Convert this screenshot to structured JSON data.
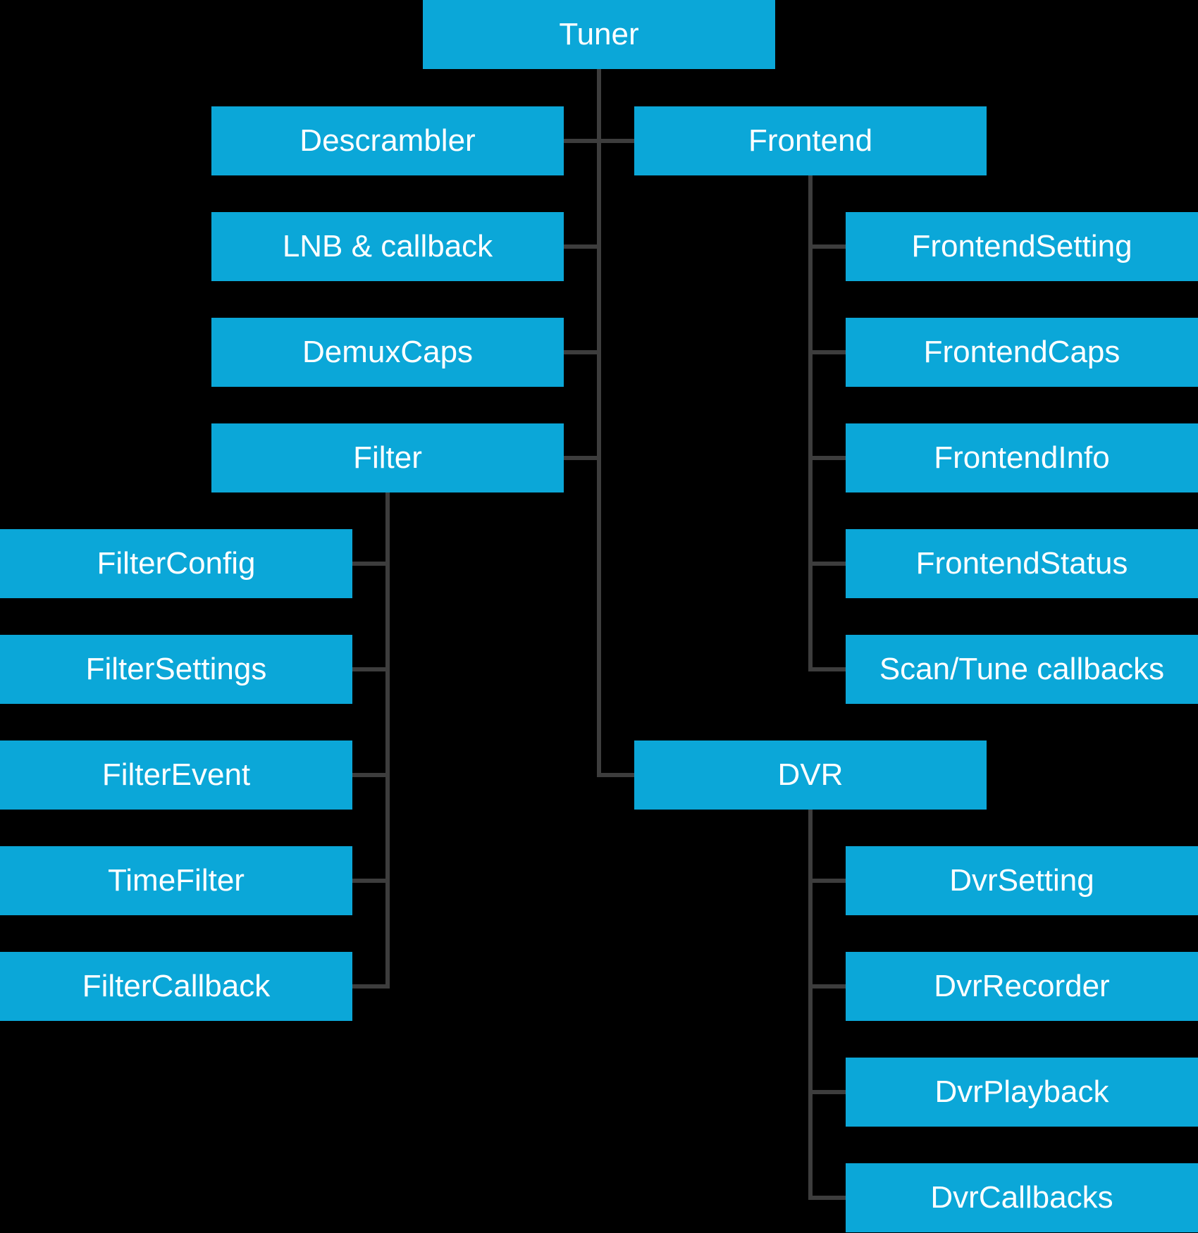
{
  "colors": {
    "background": "#000000",
    "box_fill": "#0ba7d8",
    "connector": "#3d3d3d",
    "label_text": "#ffffff"
  },
  "nodes": {
    "tuner": {
      "label": "Tuner"
    },
    "descrambler": {
      "label": "Descrambler"
    },
    "lnb_callback": {
      "label": "LNB & callback"
    },
    "demux_caps": {
      "label": "DemuxCaps"
    },
    "filter": {
      "label": "Filter"
    },
    "filter_config": {
      "label": "FilterConfig"
    },
    "filter_settings": {
      "label": "FilterSettings"
    },
    "filter_event": {
      "label": "FilterEvent"
    },
    "time_filter": {
      "label": "TimeFilter"
    },
    "filter_callback": {
      "label": "FilterCallback"
    },
    "frontend": {
      "label": "Frontend"
    },
    "frontend_setting": {
      "label": "FrontendSetting"
    },
    "frontend_caps": {
      "label": "FrontendCaps"
    },
    "frontend_info": {
      "label": "FrontendInfo"
    },
    "frontend_status": {
      "label": "FrontendStatus"
    },
    "scan_tune_callbacks": {
      "label": "Scan/Tune callbacks"
    },
    "dvr": {
      "label": "DVR"
    },
    "dvr_setting": {
      "label": "DvrSetting"
    },
    "dvr_recorder": {
      "label": "DvrRecorder"
    },
    "dvr_playback": {
      "label": "DvrPlayback"
    },
    "dvr_callbacks": {
      "label": "DvrCallbacks"
    }
  },
  "hierarchy": {
    "root": "Tuner",
    "children": {
      "Tuner": [
        "Descrambler",
        "LNB & callback",
        "DemuxCaps",
        "Filter",
        "Frontend",
        "DVR"
      ],
      "Filter": [
        "FilterConfig",
        "FilterSettings",
        "FilterEvent",
        "TimeFilter",
        "FilterCallback"
      ],
      "Frontend": [
        "FrontendSetting",
        "FrontendCaps",
        "FrontendInfo",
        "FrontendStatus",
        "Scan/Tune callbacks"
      ],
      "DVR": [
        "DvrSetting",
        "DvrRecorder",
        "DvrPlayback",
        "DvrCallbacks"
      ]
    }
  }
}
